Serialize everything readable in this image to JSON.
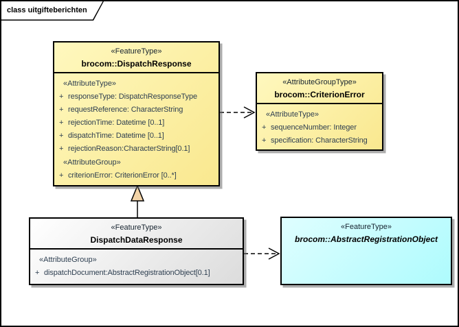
{
  "frame": {
    "title": "class uitgifteberichten"
  },
  "colors": {
    "class_yellow": "#F9E88F",
    "class_yellow_light": "#FFF8BE",
    "class_grey": "#DCDCDC",
    "class_cyan": "#AEFBFD",
    "class_cyan_light": "#DFFEFF",
    "border": "#000000",
    "attribute_text": "#2D3E50",
    "generalization_triangle": "#F2D3A7",
    "shadow": "#696969"
  },
  "classes": [
    {
      "stereotype": "«FeatureType»",
      "name": "brocom::DispatchResponse",
      "sections": [
        {
          "heading": "«AttributeType»",
          "attributes": [
            {
              "vis": "+",
              "text": "responseType: DispatchResponseType"
            },
            {
              "vis": "+",
              "text": "requestReference: CharacterString"
            },
            {
              "vis": "+",
              "text": "rejectionTime: Datetime [0..1]"
            },
            {
              "vis": "+",
              "text": "dispatchTime: Datetime [0..1]"
            },
            {
              "vis": "+",
              "text": "rejectionReason:CharacterString[0.1]"
            }
          ]
        },
        {
          "heading": "«AttributeGroup»",
          "attributes": [
            {
              "vis": "+",
              "text": "criterionError: CriterionError [0..*]"
            }
          ]
        }
      ]
    },
    {
      "stereotype": "«AttributeGroupType»",
      "name": "brocom::CriterionError",
      "sections": [
        {
          "heading": "«AttributeType»",
          "attributes": [
            {
              "vis": "+",
              "text": "sequenceNumber: Integer"
            },
            {
              "vis": "+",
              "text": "specification: CharacterString"
            }
          ]
        }
      ]
    },
    {
      "stereotype": "«FeatureType»",
      "name": "DispatchDataResponse",
      "sections": [
        {
          "heading": "«AttributeGroup»",
          "attributes": [
            {
              "vis": "+",
              "text": "dispatchDocument:AbstractRegistrationObject[0.1]"
            }
          ]
        }
      ]
    },
    {
      "stereotype": "«FeatureType»",
      "name": "brocom::AbstractRegistrationObject",
      "sections": []
    }
  ],
  "relations": [
    {
      "type": "dependency",
      "from": "brocom::DispatchResponse",
      "to": "brocom::CriterionError",
      "style": "dashed-open-arrow"
    },
    {
      "type": "generalization",
      "from": "DispatchDataResponse",
      "to": "brocom::DispatchResponse",
      "style": "solid-filled-triangle"
    },
    {
      "type": "dependency",
      "from": "DispatchDataResponse",
      "to": "brocom::AbstractRegistrationObject",
      "style": "dashed-open-arrow"
    }
  ]
}
